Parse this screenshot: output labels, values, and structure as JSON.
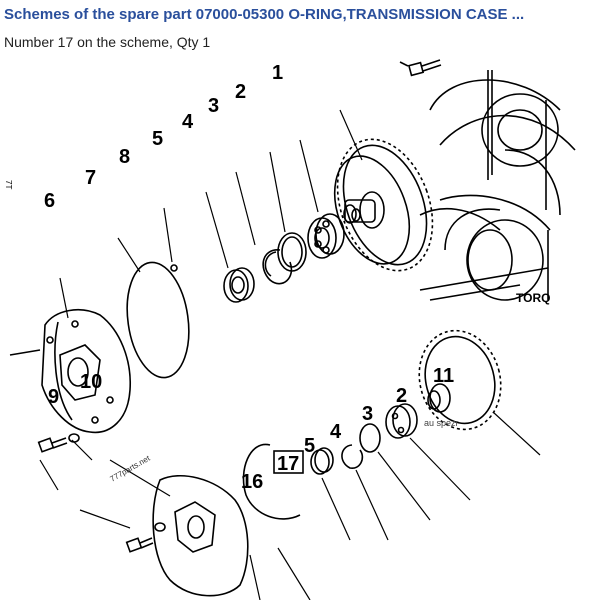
{
  "header": {
    "title": "Schemes of the spare part 07000-05300 O-RING,TRANSMISSION CASE ...",
    "subtitle": "Number 17 on the scheme, Qty 1"
  },
  "diagram": {
    "callouts": [
      "1",
      "2",
      "3",
      "4",
      "5",
      "6",
      "7",
      "8",
      "9",
      "10",
      "11",
      "2",
      "3",
      "4",
      "5",
      "16",
      "17"
    ],
    "highlighted_callout": "17",
    "side_label": "TORQ",
    "side_stub": "7T",
    "watermark_top": "777parts.net",
    "watermark_bottom": "au spezr"
  }
}
